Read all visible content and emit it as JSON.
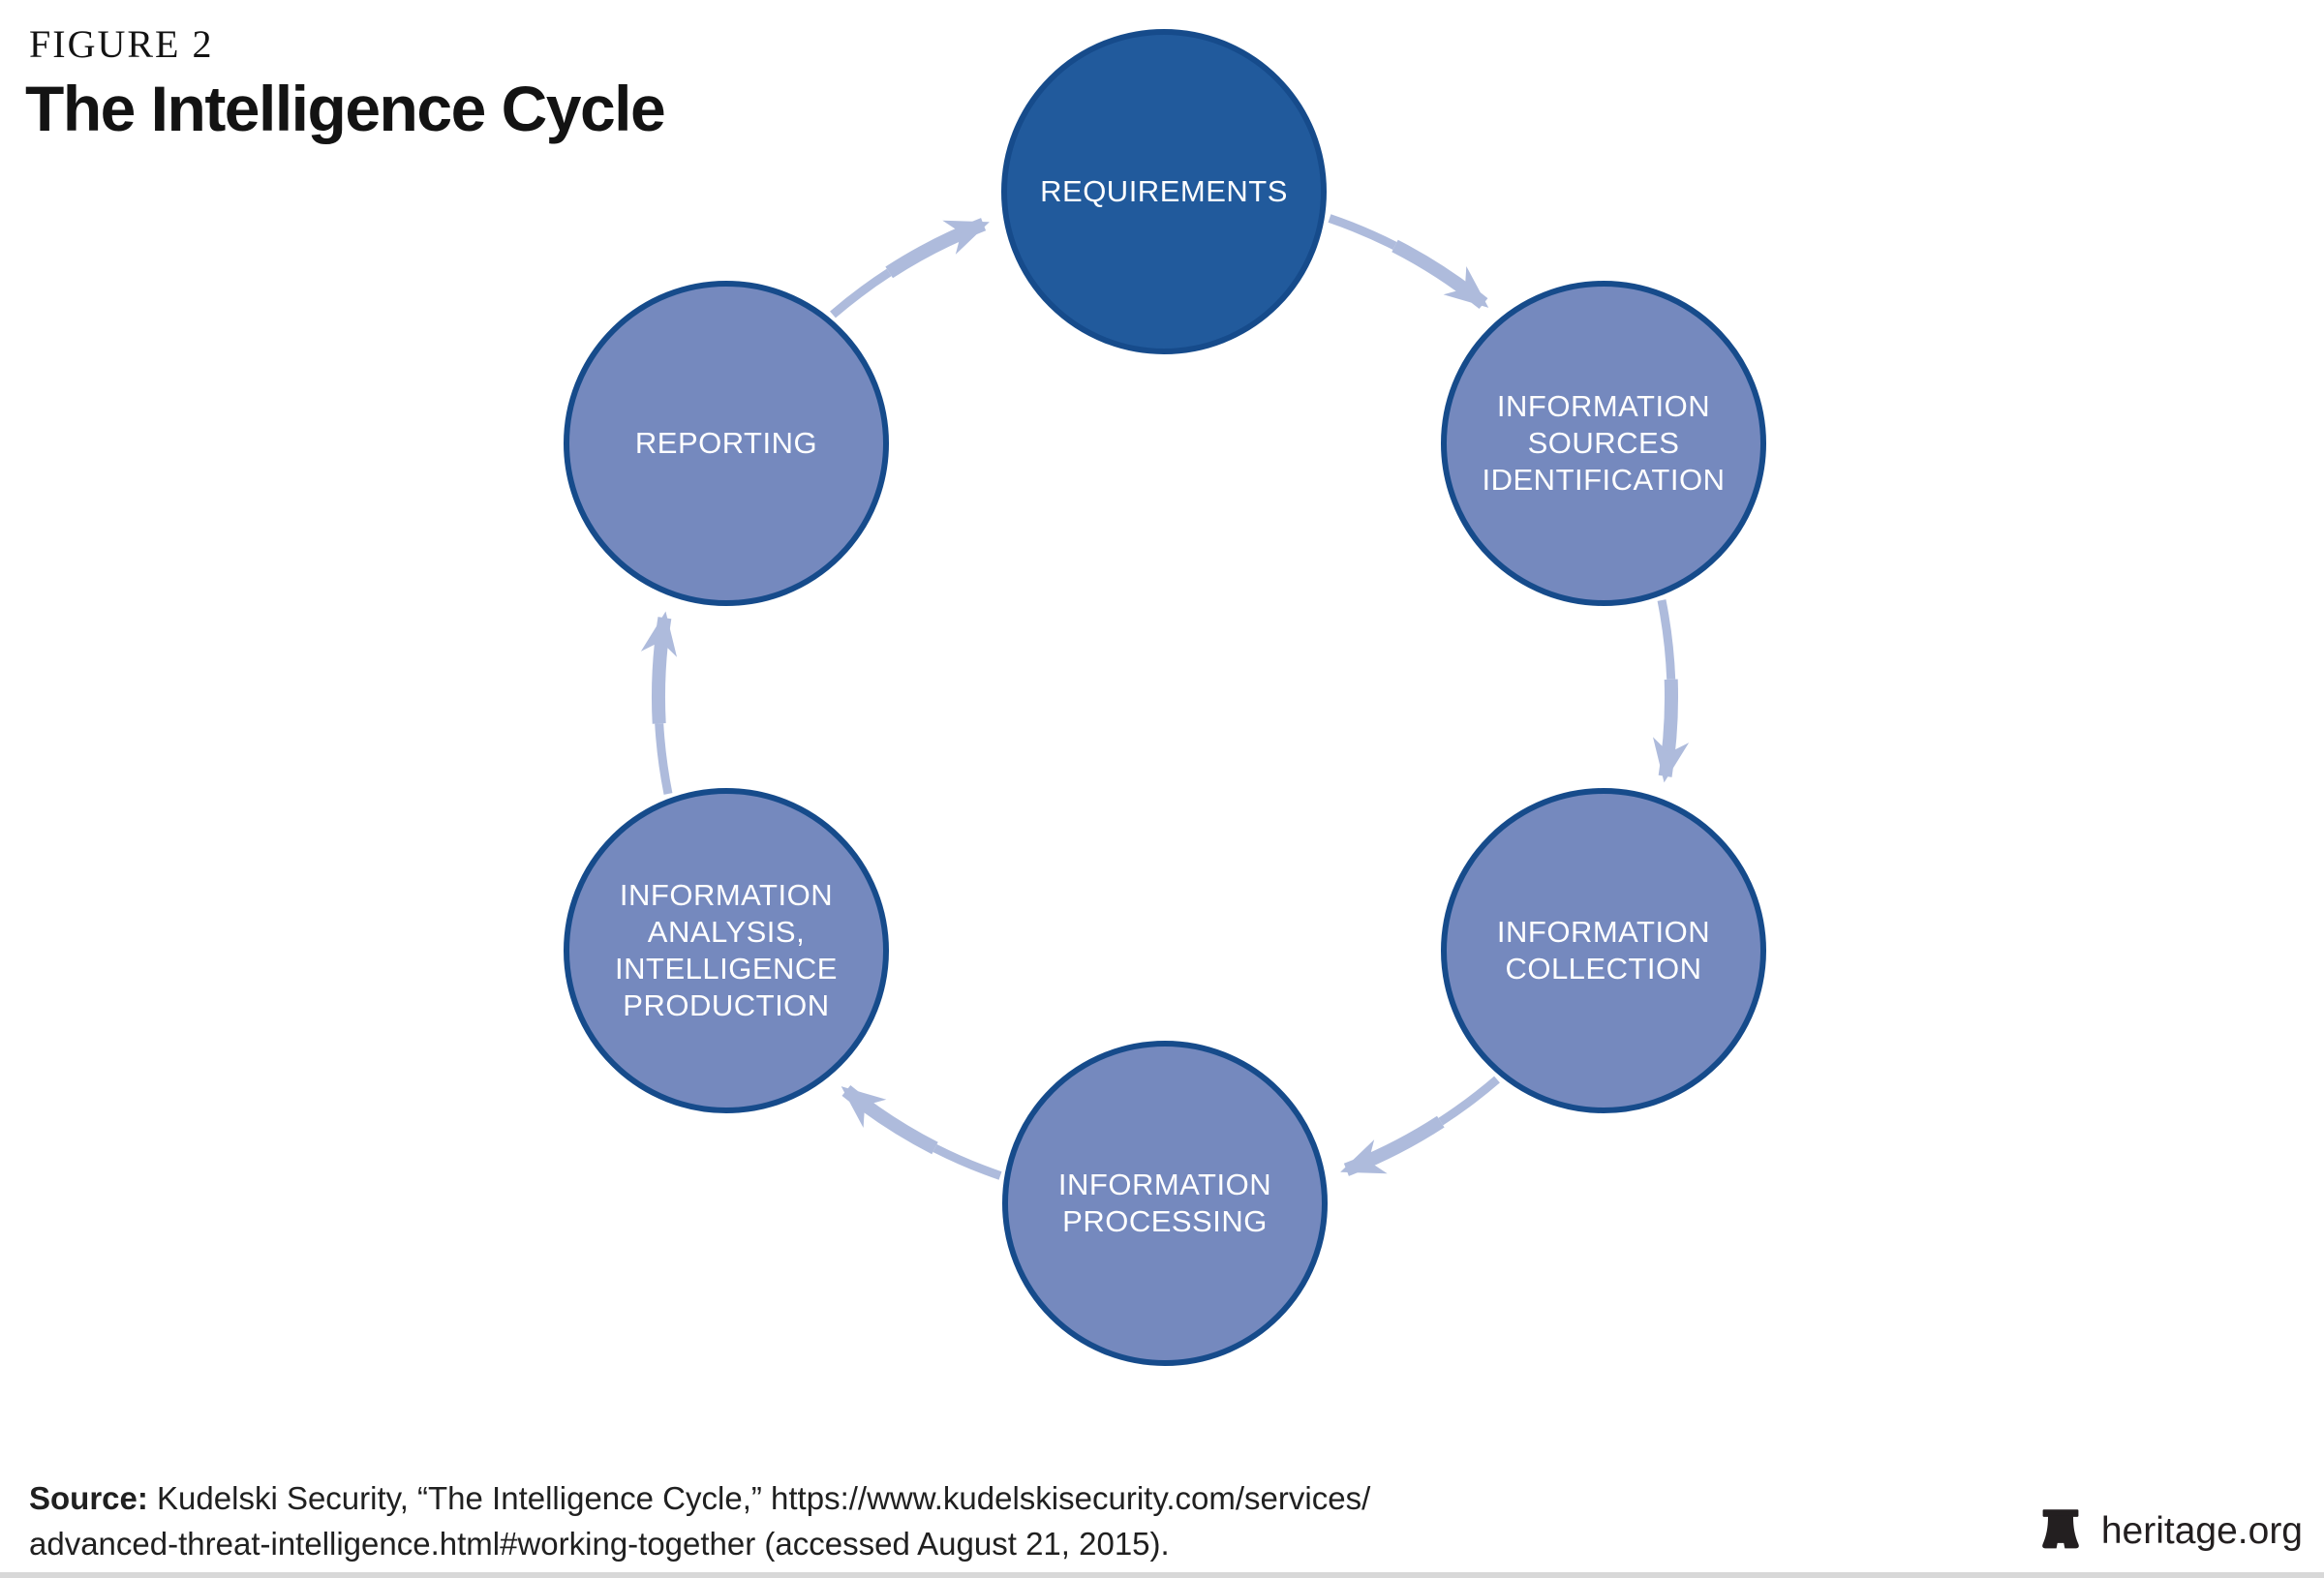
{
  "figure": {
    "label": "FIGURE 2",
    "title": "The Intelligence Cycle"
  },
  "diagram": {
    "type": "cycle",
    "direction": "clockwise",
    "nodes": [
      {
        "id": "requirements",
        "label": "REQUIREMENTS",
        "emphasis": "dark"
      },
      {
        "id": "information-sources-identification",
        "label": "INFORMATION\nSOURCES\nIDENTIFICATION",
        "emphasis": "light"
      },
      {
        "id": "information-collection",
        "label": "INFORMATION\nCOLLECTION",
        "emphasis": "light"
      },
      {
        "id": "information-processing",
        "label": "INFORMATION\nPROCESSING",
        "emphasis": "light"
      },
      {
        "id": "information-analysis-intelligence-production",
        "label": "INFORMATION\nANALYSIS,\nINTELLIGENCE\nPRODUCTION",
        "emphasis": "light"
      },
      {
        "id": "reporting",
        "label": "REPORTING",
        "emphasis": "light"
      }
    ],
    "colors": {
      "node_dark_fill": "#215A9C",
      "node_light_fill": "#7589BE",
      "node_border": "#164B8B",
      "arrow": "#AEBBDC",
      "node_text": "#FFFFFF"
    }
  },
  "footer": {
    "source_label": "Source:",
    "source_line1": " Kudelski Security, “The Intelligence Cycle,” https://www.kudelskisecurity.com/services/",
    "source_line2": "advanced-threat-intelligence.html#working-together (accessed August 21, 2015).",
    "brand": "heritage.org"
  }
}
